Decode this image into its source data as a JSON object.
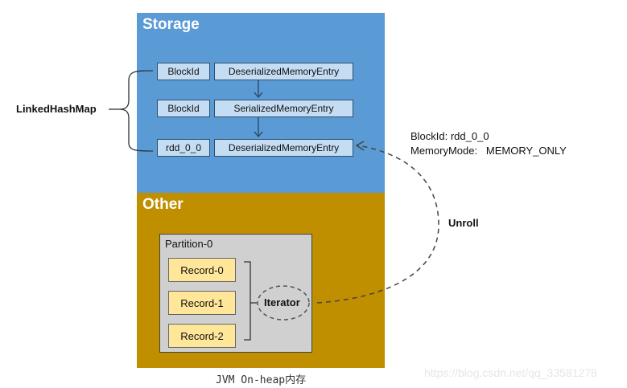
{
  "storage": {
    "title": "Storage",
    "color": "#5b9bd5",
    "entries": [
      {
        "key": "BlockId",
        "value": "DeserializedMemoryEntry"
      },
      {
        "key": "BlockId",
        "value": "SerializedMemoryEntry"
      },
      {
        "key": "rdd_0_0",
        "value": "DeserializedMemoryEntry"
      }
    ]
  },
  "other": {
    "title": "Other",
    "color": "#bf8f00",
    "partition": {
      "title": "Partition-0",
      "records": [
        "Record-0",
        "Record-1",
        "Record-2"
      ]
    },
    "iterator_label": "Iterator"
  },
  "linked_hash_map_label": "LinkedHashMap",
  "annotation": {
    "block_id": "BlockId:  rdd_0_0",
    "memory_mode": "MemoryMode:   MEMORY_ONLY"
  },
  "unroll_label": "Unroll",
  "caption": "JVM On-heap内存",
  "watermark": "https://blog.csdn.net/qq_33581278"
}
